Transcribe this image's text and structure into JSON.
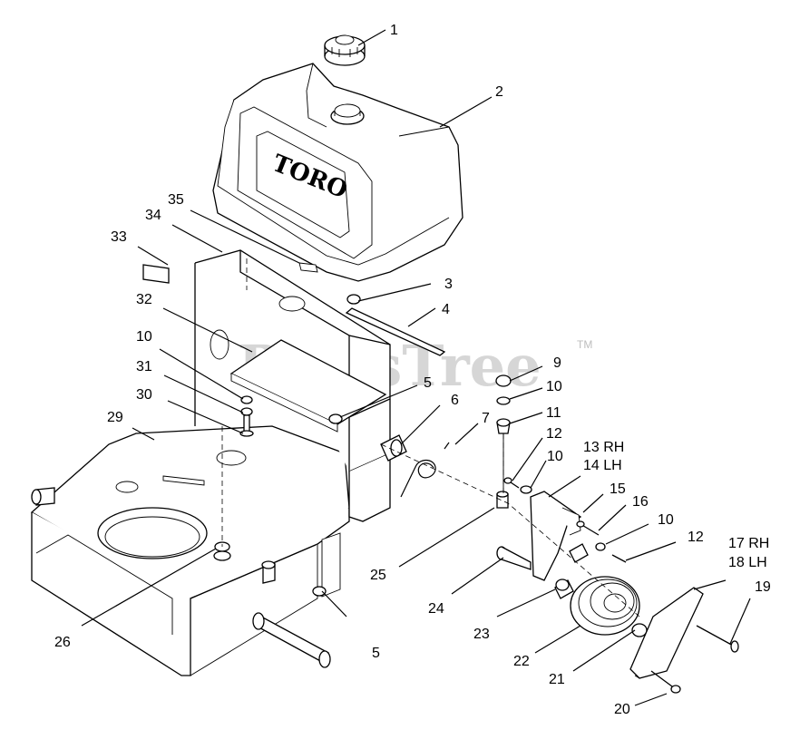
{
  "watermark": {
    "text": "PartsTree",
    "tm": "TM"
  },
  "brand": {
    "text": "TORO"
  },
  "callouts": [
    {
      "id": "c1",
      "text": "1"
    },
    {
      "id": "c2",
      "text": "2"
    },
    {
      "id": "c3",
      "text": "3"
    },
    {
      "id": "c4",
      "text": "4"
    },
    {
      "id": "c5a",
      "text": "5"
    },
    {
      "id": "c5b",
      "text": "5"
    },
    {
      "id": "c6",
      "text": "6"
    },
    {
      "id": "c7",
      "text": "7"
    },
    {
      "id": "c9",
      "text": "9"
    },
    {
      "id": "c10a",
      "text": "10"
    },
    {
      "id": "c10b",
      "text": "10"
    },
    {
      "id": "c10c",
      "text": "10"
    },
    {
      "id": "c10d",
      "text": "10"
    },
    {
      "id": "c11",
      "text": "11"
    },
    {
      "id": "c12a",
      "text": "12"
    },
    {
      "id": "c12b",
      "text": "12"
    },
    {
      "id": "c13",
      "text": "13 RH"
    },
    {
      "id": "c14",
      "text": "14 LH"
    },
    {
      "id": "c15",
      "text": "15"
    },
    {
      "id": "c16",
      "text": "16"
    },
    {
      "id": "c17",
      "text": "17 RH"
    },
    {
      "id": "c18",
      "text": "18 LH"
    },
    {
      "id": "c19",
      "text": "19"
    },
    {
      "id": "c20",
      "text": "20"
    },
    {
      "id": "c21",
      "text": "21"
    },
    {
      "id": "c22",
      "text": "22"
    },
    {
      "id": "c23",
      "text": "23"
    },
    {
      "id": "c24",
      "text": "24"
    },
    {
      "id": "c25",
      "text": "25"
    },
    {
      "id": "c26",
      "text": "26"
    },
    {
      "id": "c29",
      "text": "29"
    },
    {
      "id": "c30",
      "text": "30"
    },
    {
      "id": "c31",
      "text": "31"
    },
    {
      "id": "c32",
      "text": "32"
    },
    {
      "id": "c33",
      "text": "33"
    },
    {
      "id": "c34",
      "text": "34"
    },
    {
      "id": "c35",
      "text": "35"
    }
  ]
}
